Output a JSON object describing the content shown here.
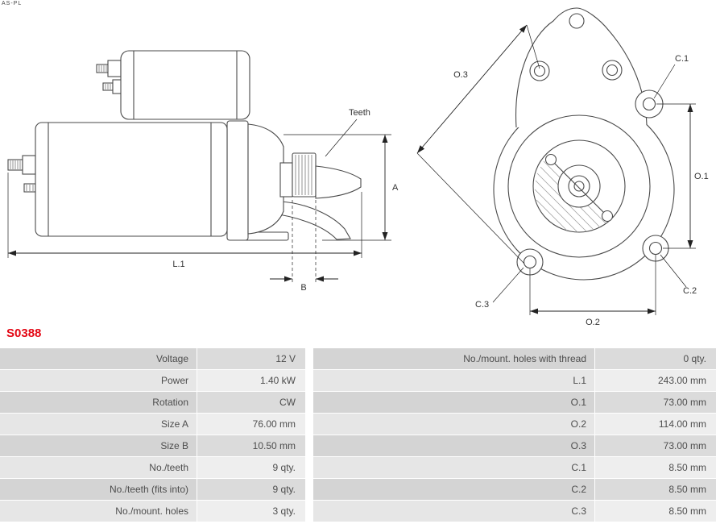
{
  "brand": {
    "watermark": "AS-PL"
  },
  "part_number": "S0388",
  "diagram": {
    "labels": {
      "teeth": "Teeth",
      "size_a": "A",
      "length_l1": "L.1",
      "size_b": "B",
      "o1": "O.1",
      "o2": "O.2",
      "o3": "O.3",
      "c1": "C.1",
      "c2": "C.2",
      "c3": "C.3"
    }
  },
  "table": {
    "left": [
      {
        "label": "Voltage",
        "value": "12 V"
      },
      {
        "label": "Power",
        "value": "1.40 kW"
      },
      {
        "label": "Rotation",
        "value": "CW"
      },
      {
        "label": "Size A",
        "value": "76.00 mm"
      },
      {
        "label": "Size B",
        "value": "10.50 mm"
      },
      {
        "label": "No./teeth",
        "value": "9 qty."
      },
      {
        "label": "No./teeth (fits into)",
        "value": "9 qty."
      },
      {
        "label": "No./mount. holes",
        "value": "3 qty."
      }
    ],
    "right": [
      {
        "label": "No./mount. holes with thread",
        "value": "0 qty."
      },
      {
        "label": "L.1",
        "value": "243.00 mm"
      },
      {
        "label": "O.1",
        "value": "73.00 mm"
      },
      {
        "label": "O.2",
        "value": "114.00 mm"
      },
      {
        "label": "O.3",
        "value": "73.00 mm"
      },
      {
        "label": "C.1",
        "value": "8.50 mm"
      },
      {
        "label": "C.2",
        "value": "8.50 mm"
      },
      {
        "label": "C.3",
        "value": "8.50 mm"
      }
    ]
  }
}
